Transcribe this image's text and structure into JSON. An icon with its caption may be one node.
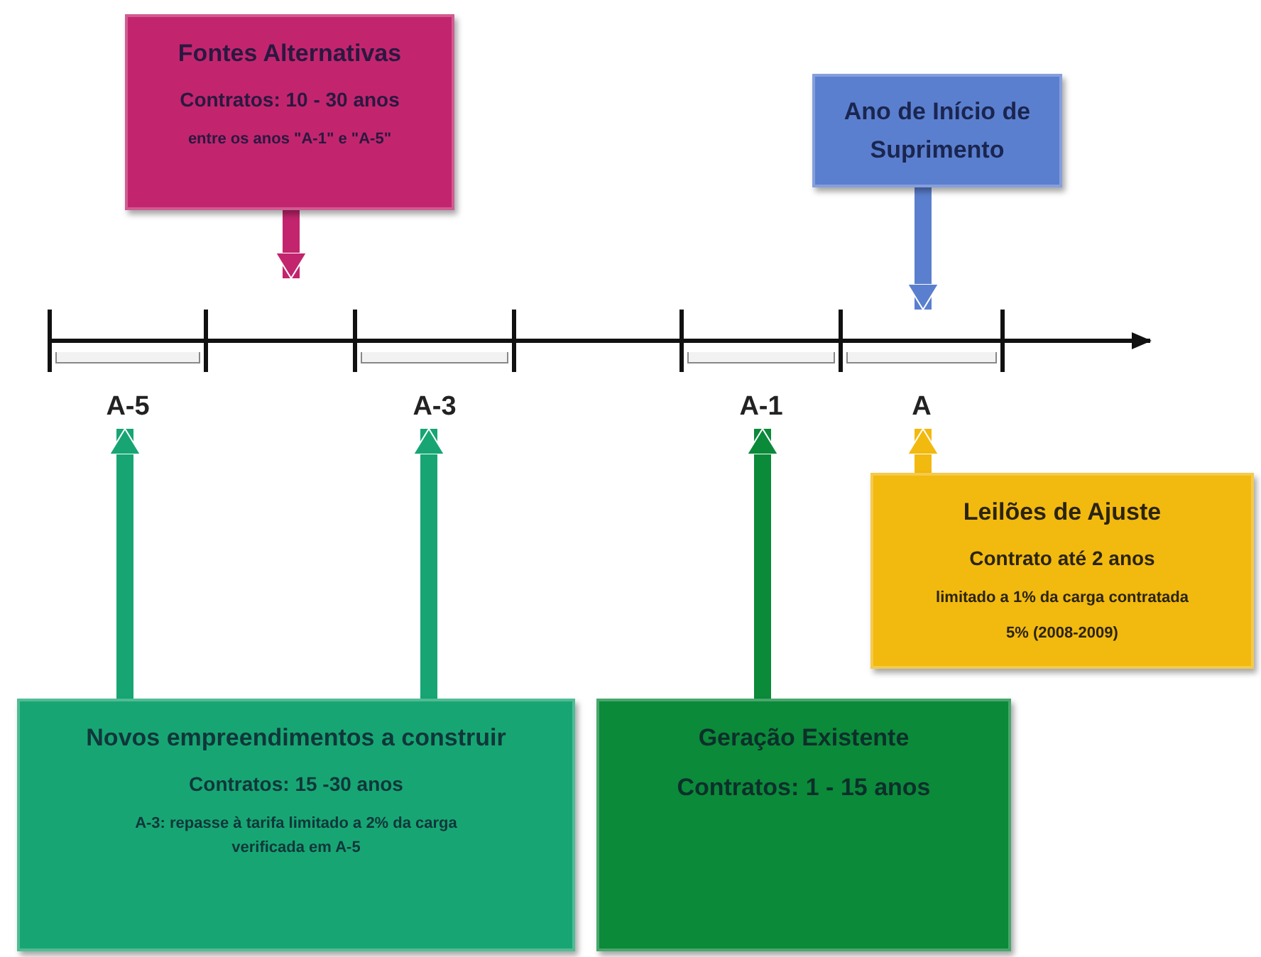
{
  "diagram": {
    "nodes": [
      {
        "text": [
          "Fontes Alternativas",
          "Contratos: 10 - 30 anos",
          "entre os anos \"A-1\" e \"A-5\""
        ]
      },
      {
        "text": [
          "Ano de Início de Suprimento"
        ]
      },
      {
        "text": [
          "Leilões de Ajuste",
          "Contrato até 2 anos",
          "limitado a 1% da carga contratada",
          "5% (2008-2009)"
        ]
      },
      {
        "text": [
          "Novos empreendimentos a construir",
          "Contratos: 15 -30 anos",
          "A-3: repasse à tarifa limitado a 2% da carga verificada em A-5"
        ]
      },
      {
        "text": [
          "Geração Existente",
          "Contratos: 1 - 15 anos"
        ]
      },
      {
        "text": [
          "A-5"
        ]
      },
      {
        "text": [
          "A-3"
        ]
      },
      {
        "text": [
          "A-1"
        ]
      },
      {
        "text": [
          "A"
        ]
      }
    ],
    "edges": [
      {
        "from": 0,
        "to": null,
        "arrow": "to",
        "color": "#c2256e"
      },
      {
        "from": 1,
        "to": 8,
        "arrow": "to",
        "color": "#5b7fcf"
      },
      {
        "from": 2,
        "to": 8,
        "arrow": "to",
        "color": "#f2b90f"
      },
      {
        "from": 3,
        "to": 5,
        "arrow": "to",
        "color": "#17a673"
      },
      {
        "from": 3,
        "to": 6,
        "arrow": "to",
        "color": "#17a673"
      },
      {
        "from": 4,
        "to": 7,
        "arrow": "to",
        "color": "#0b8a3a"
      }
    ]
  }
}
